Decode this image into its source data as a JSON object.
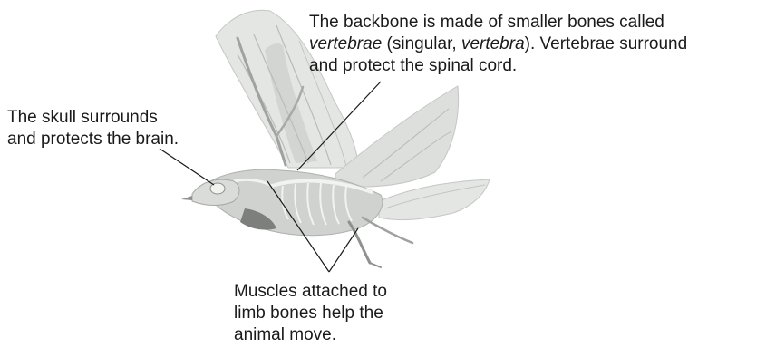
{
  "labels": {
    "backbone": {
      "line1": "The backbone is made of smaller bones called",
      "line2_term": "vertebrae",
      "line2_mid": " (singular, ",
      "line2_term2": "vertebra",
      "line2_end": "). Vertebrae surround",
      "line3": "and protect the spinal cord."
    },
    "skull": {
      "line1": "The skull surrounds",
      "line2": "and protects the brain."
    },
    "muscles": {
      "line1": "Muscles attached to",
      "line2": "limb bones help the",
      "line3": "animal move."
    }
  },
  "colors": {
    "feather_light": "#e4e6e3",
    "feather_mid": "#c9ccc8",
    "feather_dark": "#9fa39f",
    "bone": "#f2f2ee",
    "muscle": "#7d7f7c",
    "leader_line": "#1a1a1a"
  }
}
